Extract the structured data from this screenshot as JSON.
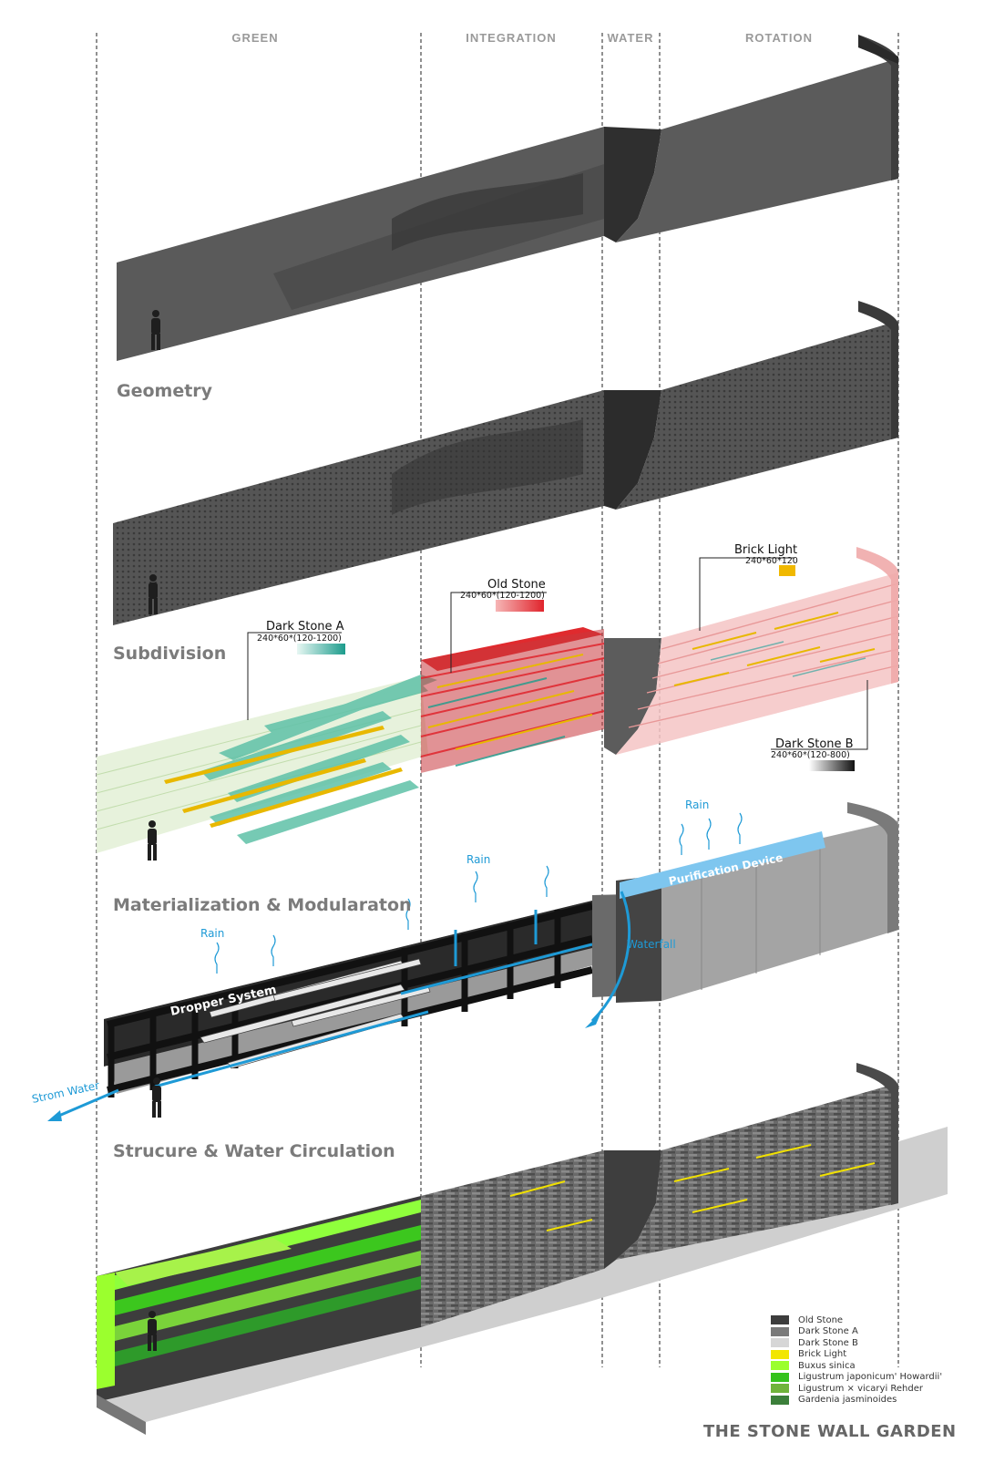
{
  "zones": [
    "GREEN",
    "INTEGRATION",
    "WATER",
    "ROTATION"
  ],
  "stages": {
    "geometry": "Geometry",
    "subdivision": "Subdivision",
    "materialization": "Materialization & Modularaton",
    "structure": "Strucure & Water Circulation"
  },
  "callouts": {
    "dark_stone_a": {
      "title": "Dark Stone A",
      "dim": "240*60*(120-1200)"
    },
    "old_stone": {
      "title": "Old Stone",
      "dim": "240*60*(120-1200)"
    },
    "brick_light": {
      "title": "Brick Light",
      "dim": "240*60*120"
    },
    "dark_stone_b": {
      "title": "Dark Stone B",
      "dim": "240*60*(120-800)"
    }
  },
  "water": {
    "rain": "Rain",
    "purification": "Purification Device",
    "waterfall": "Waterfall",
    "dropper": "Dropper System",
    "storm": "Strom Water"
  },
  "legend": [
    {
      "label": "Old Stone",
      "color": "#3d3d3d"
    },
    {
      "label": "Dark Stone A",
      "color": "#7a7a7a"
    },
    {
      "label": "Dark Stone B",
      "color": "#d6d6d6"
    },
    {
      "label": "Brick Light",
      "color": "#f2e600"
    },
    {
      "label": "Buxus sinica",
      "color": "#9bff2e"
    },
    {
      "label": "Ligustrum japonicum' Howardii'",
      "color": "#35c21b"
    },
    {
      "label": "Ligustrum × vicaryi Rehder",
      "color": "#6fb43a"
    },
    {
      "label": "Gardenia jasminoides",
      "color": "#3c7f3a"
    }
  ],
  "title": "THE STONE WALL GARDEN",
  "colors": {
    "accent_blue": "#1e9ad6",
    "old_stone_red": "#e0242c",
    "dark_stone_a_teal": "#1f9f8f",
    "brick_light_orange": "#f0b800"
  }
}
